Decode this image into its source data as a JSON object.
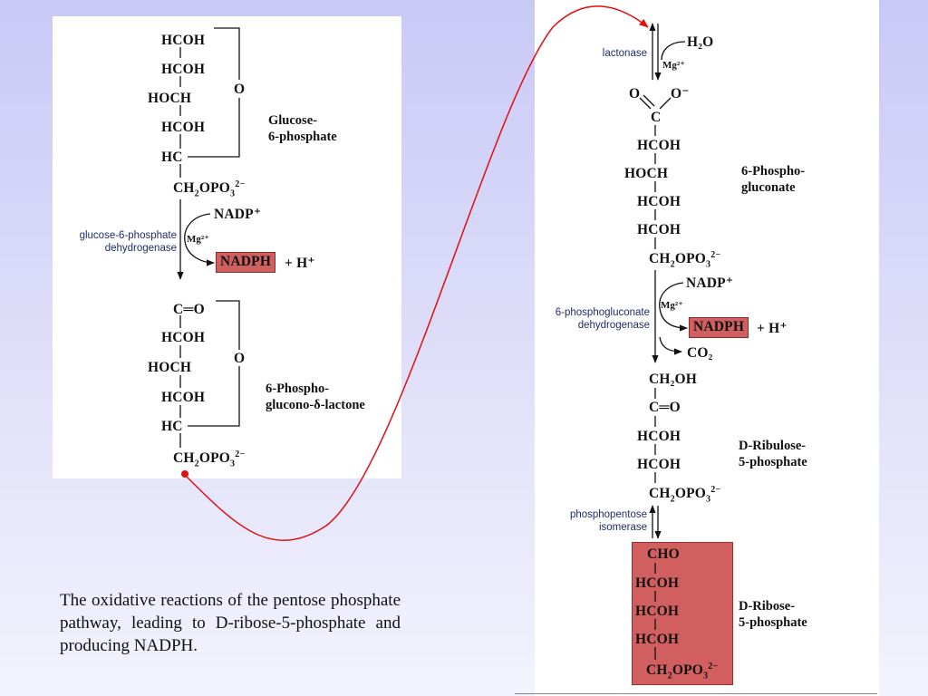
{
  "left": {
    "glucose_lines": [
      "HCOH",
      "HCOH",
      "HOCH",
      "HCOH",
      "HC"
    ],
    "ring_oxygen": "O",
    "phosphate": "CH2OPO3 2−",
    "glucose_name": [
      "Glucose-",
      "6-phosphate"
    ],
    "enzyme1": [
      "glucose-6-phosphate",
      "dehydrogenase"
    ],
    "nadp": "NADP⁺",
    "mg": "Mg²⁺",
    "nadph": "NADPH",
    "plus_h": "+ H⁺",
    "lactone_lines": [
      "C═O",
      "HCOH",
      "HOCH",
      "HCOH",
      "HC"
    ],
    "lactone_name": [
      "6-Phospho-",
      "glucono-δ-lactone"
    ]
  },
  "right": {
    "enzyme_lactonase": "lactonase",
    "h2o": "H₂O",
    "mg": "Mg²⁺",
    "carboxylate": {
      "o_left": "O",
      "o_right": "O⁻",
      "c": "C"
    },
    "gluconate_lines": [
      "HCOH",
      "HOCH",
      "HCOH",
      "HCOH"
    ],
    "gluconate_name": [
      "6-Phospho-",
      "gluconate"
    ],
    "enzyme2": [
      "6-phosphogluconate",
      "dehydrogenase"
    ],
    "nadp": "NADP⁺",
    "nadph": "NADPH",
    "plus_h": "+ H⁺",
    "co2": "CO₂",
    "ribulose_top": "CH₂OH",
    "ribulose_keto": "C═O",
    "ribulose_lines": [
      "HCOH",
      "HCOH"
    ],
    "ribulose_name": [
      "D-Ribulose-",
      "5-phosphate"
    ],
    "enzyme3": [
      "phosphopentose",
      "isomerase"
    ],
    "ribose_lines": [
      "CHO",
      "HCOH",
      "HCOH",
      "HCOH"
    ],
    "ribose_name": [
      "D-Ribose-",
      "5-phosphate"
    ]
  },
  "caption": "The oxidative reactions of the pentose phosphate pathway, leading to D-ribose-5-phosphate and producing NADPH.",
  "colors": {
    "highlight": "#d25f5f",
    "connector": "#e01010",
    "enzyme_text": "#1f2d6b"
  }
}
